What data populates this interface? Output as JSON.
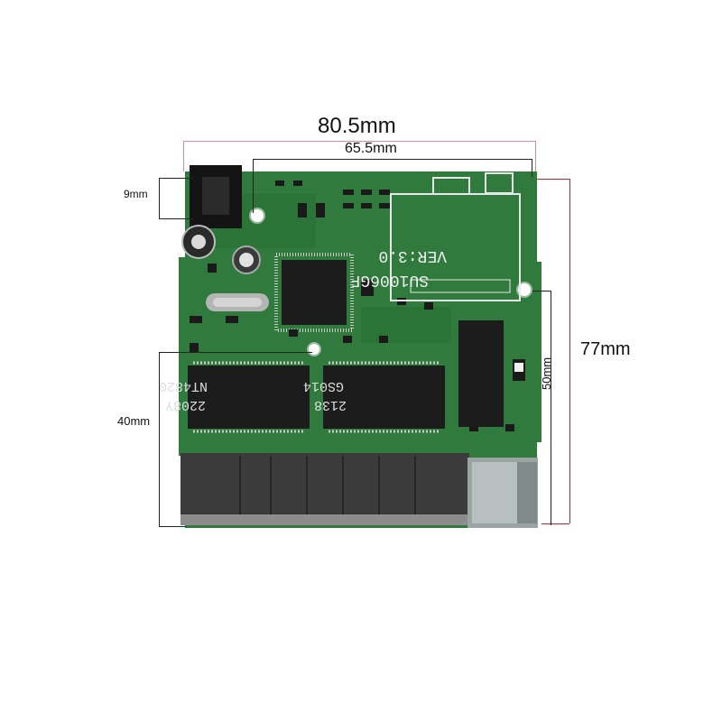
{
  "dimensions": {
    "total_width": "80.5mm",
    "hole_spacing": "65.5mm",
    "jack_height": "9mm",
    "total_height": "77mm",
    "port_height": "50mm",
    "chip_height": "40mm"
  },
  "board": {
    "label_model": "SU1006GF",
    "label_version": "VER:3.0",
    "chip_left_line1": "NT4820",
    "chip_left_line2": "2208Y",
    "chip_mid_line1": "GS014",
    "chip_mid_line2": "2138"
  },
  "colors": {
    "pcb": "#2f7a3c",
    "pcb_dark": "#1f5a2b",
    "accent_line": "#c8202c",
    "dim_line": "#d98a92"
  }
}
